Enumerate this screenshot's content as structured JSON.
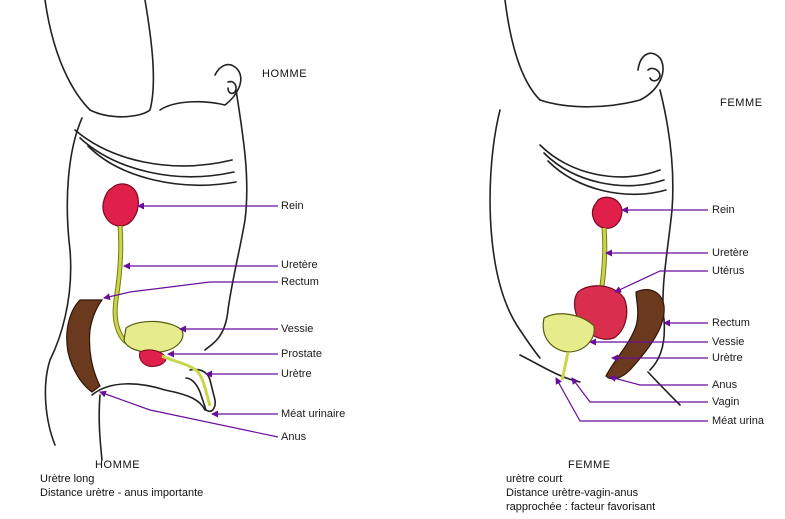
{
  "man": {
    "header": "HOMME",
    "labels": {
      "rein": "Rein",
      "uretere": "Uretère",
      "rectum": "Rectum",
      "vessie": "Vessie",
      "prostate": "Prostate",
      "uretre": "Urètre",
      "meat": "Méat urinaire",
      "anus": "Anus"
    },
    "caption": {
      "title": "HOMME",
      "line1": "Urètre long",
      "line2": "Distance urètre - anus importante"
    }
  },
  "woman": {
    "header": "FEMME",
    "labels": {
      "rein": "Rein",
      "uretere": "Uretère",
      "uterus": "Utérus",
      "rectum": "Rectum",
      "vessie": "Vessie",
      "uretre": "Urètre",
      "anus": "Anus",
      "vagin": "Vagin",
      "meat": "Méat urina"
    },
    "caption": {
      "title": "FEMME",
      "line1": "urètre court",
      "line2": "Distance urètre-vagin-anus",
      "line3": "rapprochée : facteur favorisant"
    }
  },
  "colors": {
    "outline": "#222222",
    "kidney": "#e0204a",
    "ureter": "#c9d64a",
    "bladder": "#e6ec8c",
    "rectum": "#6b3a1e",
    "uterus": "#d92e4e",
    "prostate": "#e0204a",
    "pointer": "#6a0f9c"
  }
}
